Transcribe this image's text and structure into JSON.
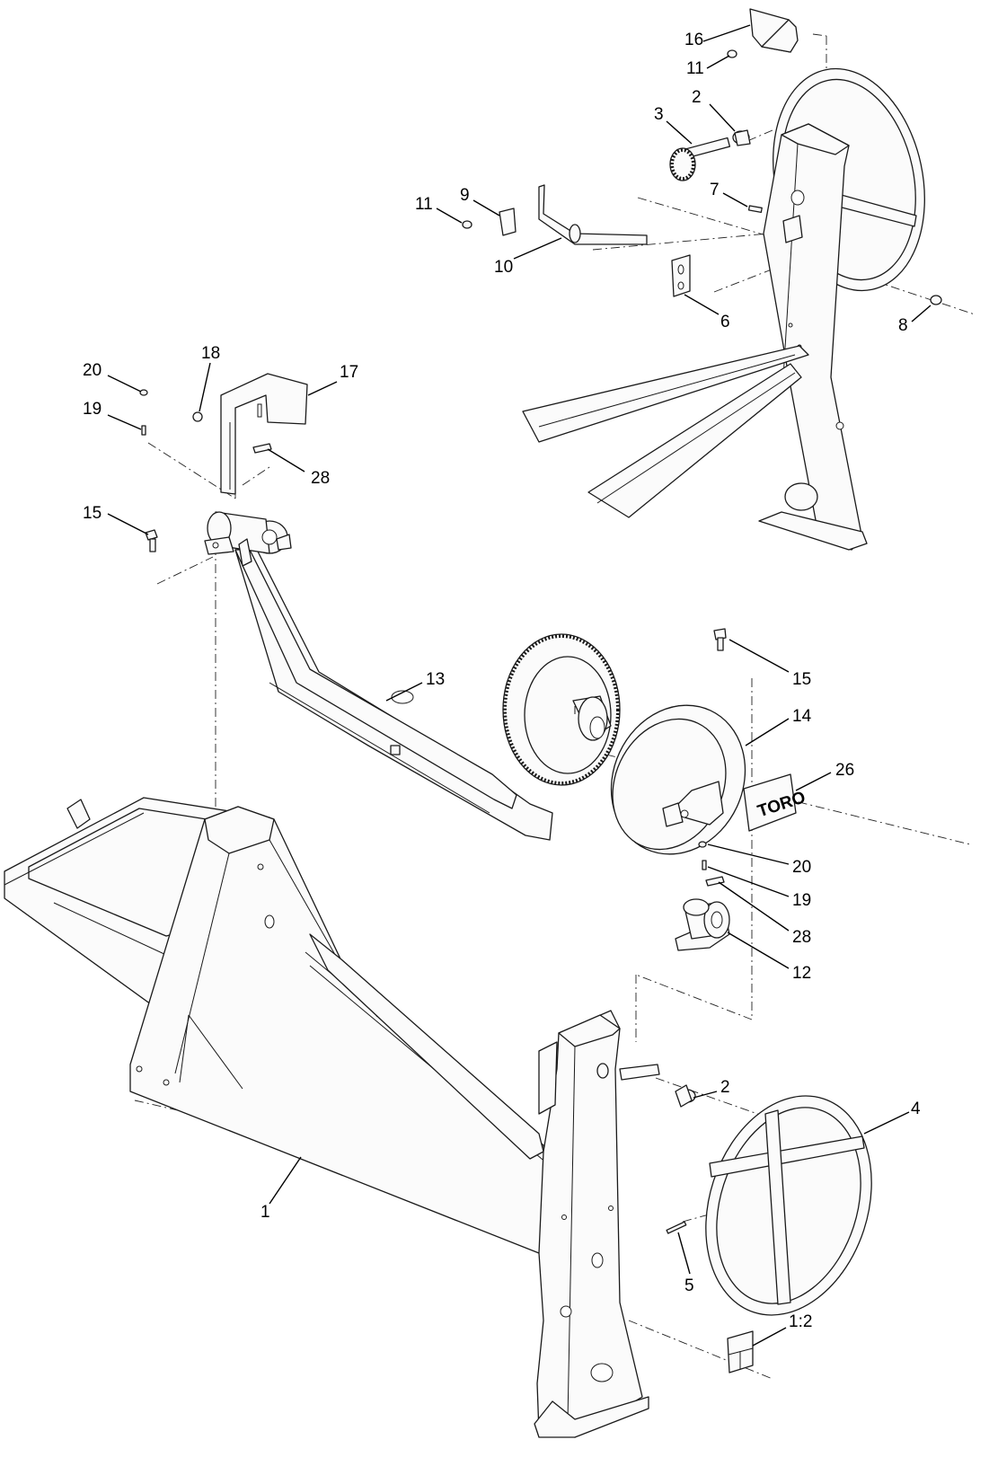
{
  "diagram": {
    "callouts": {
      "c16": "16",
      "c11a": "11",
      "c2a": "2",
      "c3": "3",
      "c9": "9",
      "c11b": "11",
      "c7": "7",
      "c10": "10",
      "c6": "6",
      "c8": "8",
      "c18": "18",
      "c17": "17",
      "c20a": "20",
      "c19a": "19",
      "c28a": "28",
      "c15a": "15",
      "c13": "13",
      "c15b": "15",
      "c14": "14",
      "c26": "26",
      "c20b": "20",
      "c19b": "19",
      "c28b": "28",
      "c12": "12",
      "c1": "1",
      "c2b": "2",
      "c4": "4",
      "c5": "5",
      "c1_2": "1:2"
    },
    "logo_text": "TORO"
  }
}
